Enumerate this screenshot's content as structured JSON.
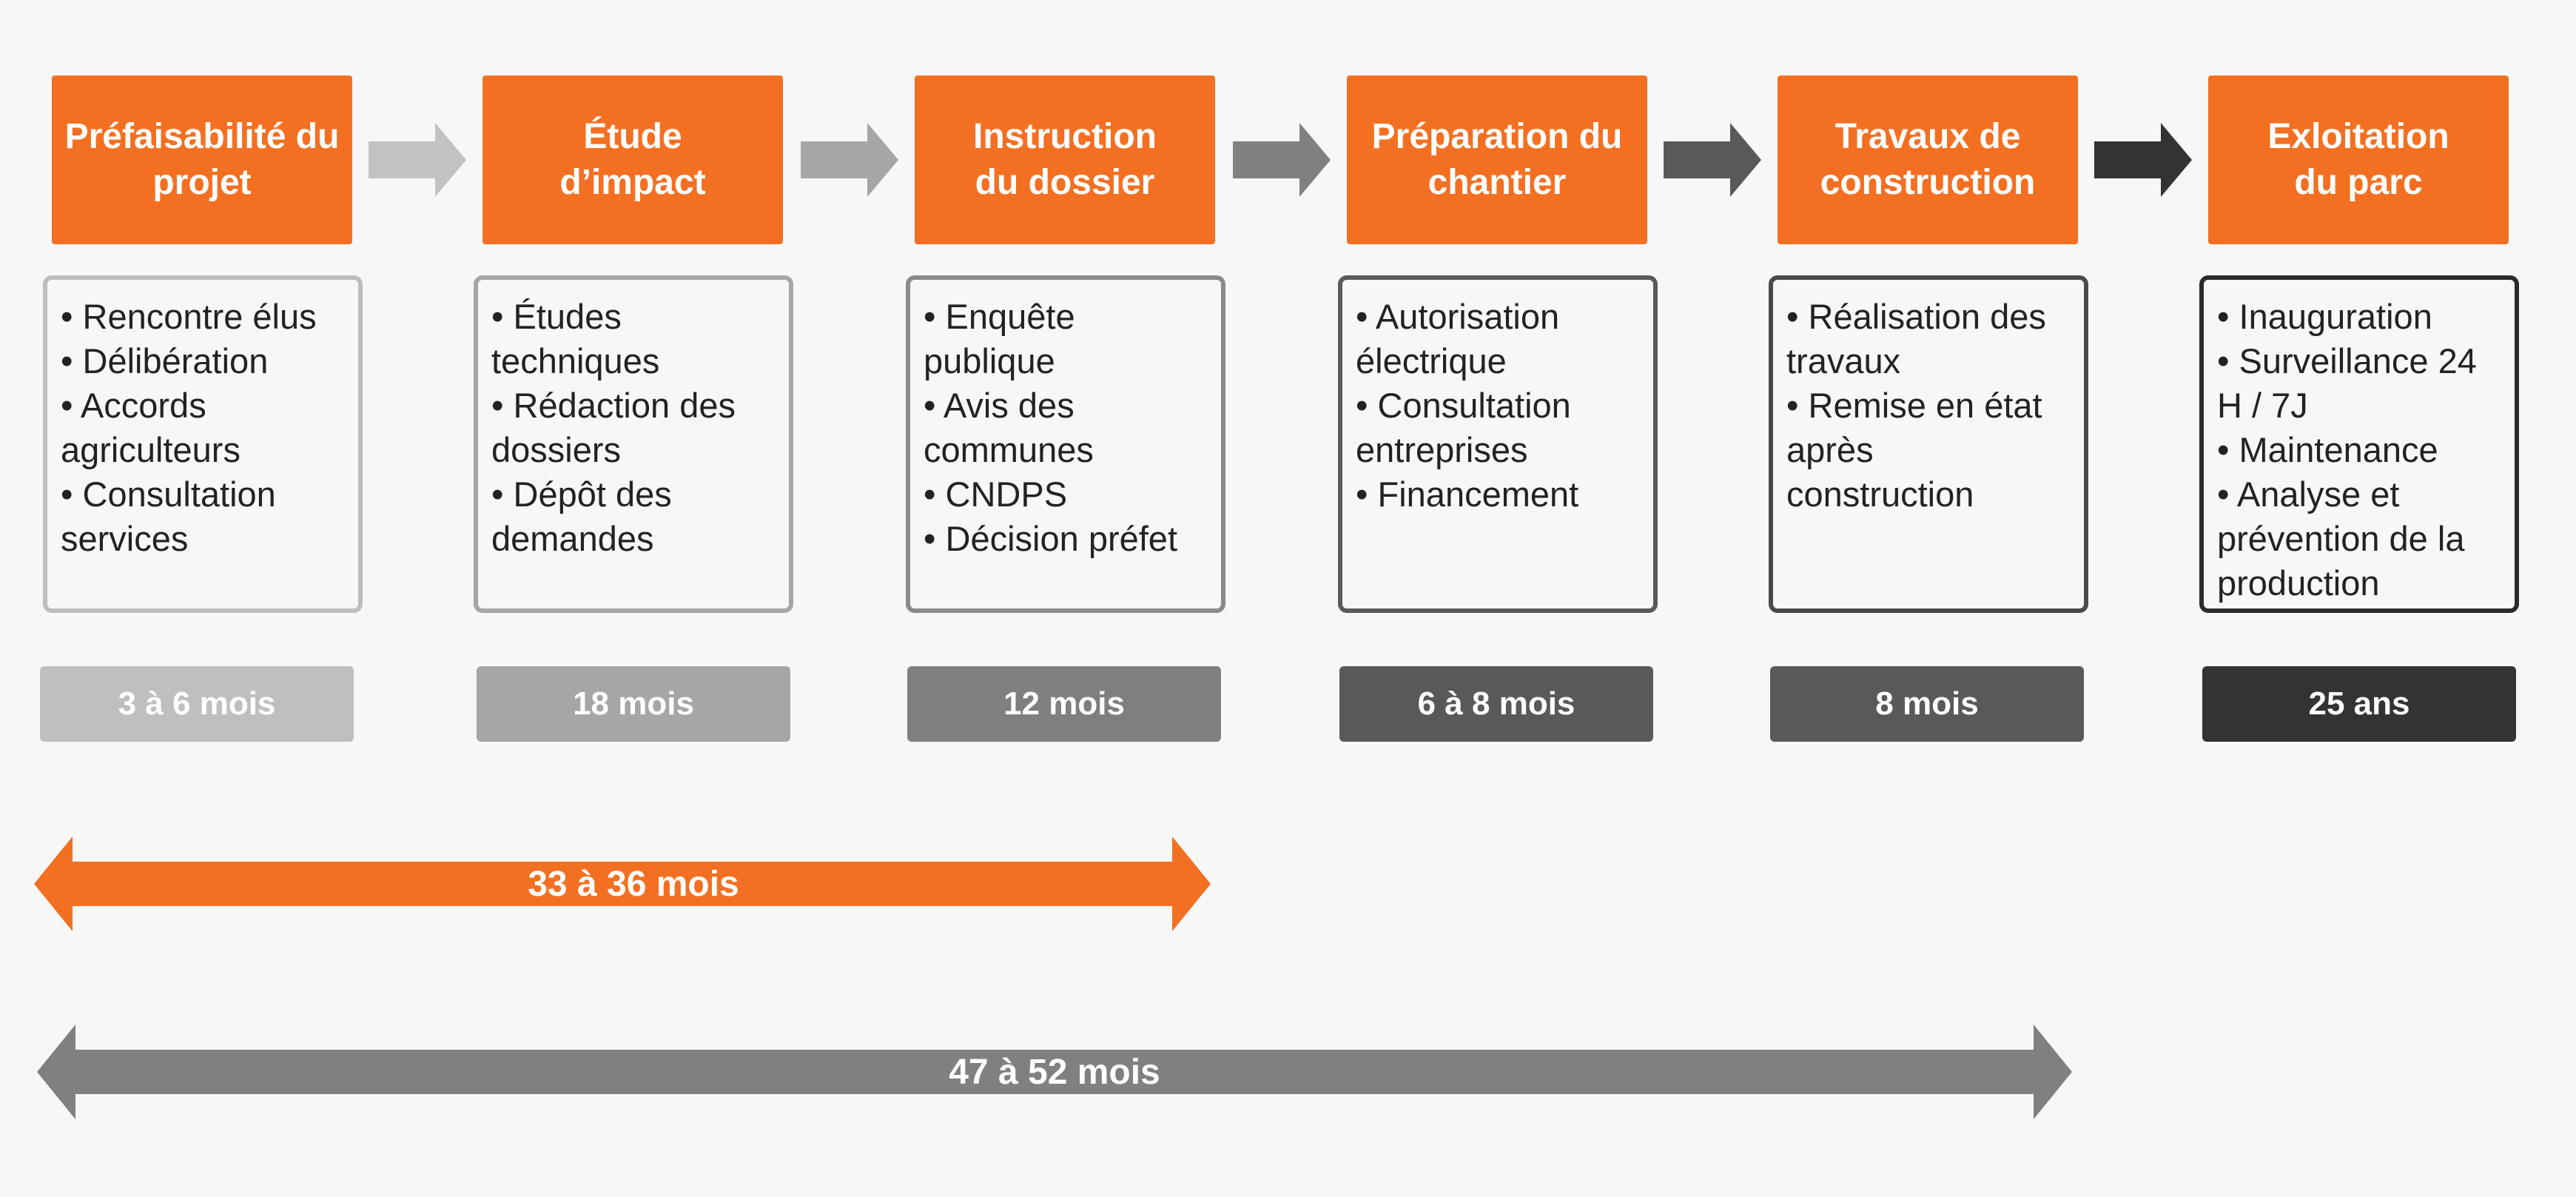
{
  "phases": [
    {
      "title_lines": [
        "Préfaisabilité du",
        "projet"
      ],
      "bullets": [
        "Rencontre élus",
        "Délibération",
        "Accords agriculteurs",
        "Consultation services"
      ],
      "duration": "3 à 6 mois"
    },
    {
      "title_lines": [
        "Étude",
        "d’impact"
      ],
      "bullets": [
        "Études techniques",
        "Rédaction des dossiers",
        "Dépôt des demandes"
      ],
      "duration": "18 mois"
    },
    {
      "title_lines": [
        "Instruction",
        "du dossier"
      ],
      "bullets": [
        "Enquête publique",
        "Avis des communes",
        "CNDPS",
        "Décision préfet"
      ],
      "duration": "12 mois"
    },
    {
      "title_lines": [
        "Préparation du",
        "chantier"
      ],
      "bullets": [
        "Autorisation électrique",
        "Consultation entreprises",
        "Financement"
      ],
      "duration": "6 à 8 mois"
    },
    {
      "title_lines": [
        "Travaux de",
        "construction"
      ],
      "bullets": [
        "Réalisation des travaux",
        "Remise en état après construction"
      ],
      "duration": "8 mois"
    },
    {
      "title_lines": [
        "Exloitation",
        "du parc"
      ],
      "bullets": [
        "Inauguration",
        "Surveillance 24 H / 7J",
        "Maintenance",
        "Analyse et prévention de la production"
      ],
      "duration": "25 ans"
    }
  ],
  "spans": [
    {
      "label": "33 à 36 mois",
      "color": "#f37022"
    },
    {
      "label": "47 à 52 mois",
      "color": "#808080"
    }
  ],
  "colors": {
    "accent": "#f37022",
    "flow_arrows": [
      "#c2c2c2",
      "#a6a6a6",
      "#808080",
      "#595959",
      "#333333"
    ],
    "box_borders": [
      "#bdbdbd",
      "#a6a6a6",
      "#8a8a8a",
      "#5a5a5a",
      "#4a4a4a",
      "#2b2b2b"
    ],
    "durations": [
      "#bfbfbf",
      "#a6a6a6",
      "#7f7f7f",
      "#595959",
      "#595959",
      "#333333"
    ]
  }
}
